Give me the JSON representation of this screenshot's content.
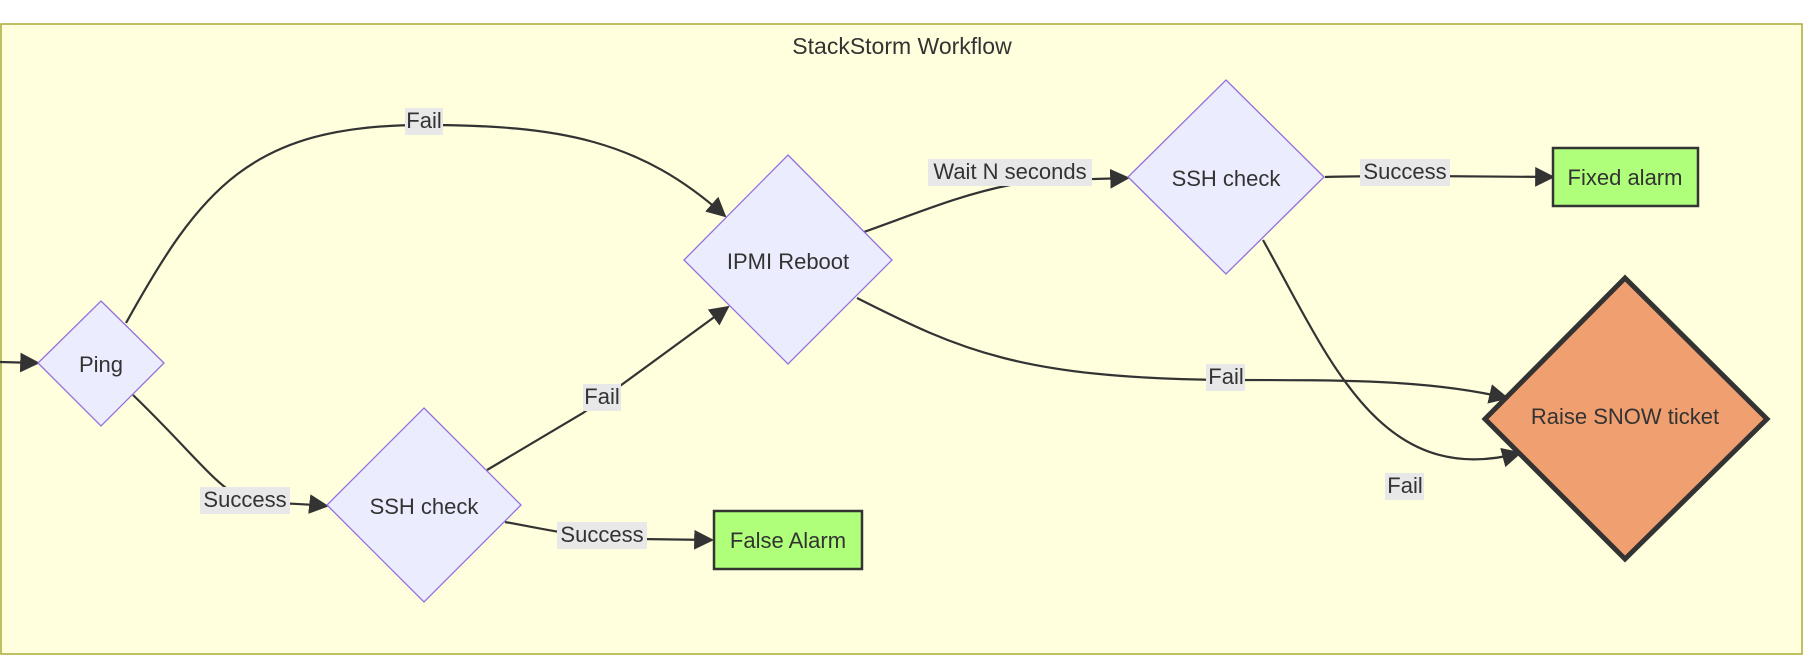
{
  "title": "StackStorm Workflow",
  "colors": {
    "cluster_fill": "#ffffde",
    "cluster_stroke": "#aaaa33",
    "decision_fill": "#ececff",
    "decision_stroke": "#9370db",
    "alarm_fill": "#b0ff7a",
    "ticket_fill": "#f0a070",
    "edge": "#333333",
    "label_bg": "#e8e8e8"
  },
  "nodes": {
    "ping": "Ping",
    "ssh_check_1": "SSH check",
    "ipmi_reboot": "IPMI Reboot",
    "ssh_check_2": "SSH check",
    "false_alarm": "False Alarm",
    "fixed_alarm": "Fixed alarm",
    "raise_ticket": "Raise SNOW ticket"
  },
  "edges": {
    "ping_fail": "Fail",
    "ping_success": "Success",
    "ssh1_fail": "Fail",
    "ssh1_success": "Success",
    "ipmi_wait": "Wait N seconds",
    "ipmi_fail": "Fail",
    "ssh2_success": "Success",
    "ssh2_fail": "Fail"
  }
}
